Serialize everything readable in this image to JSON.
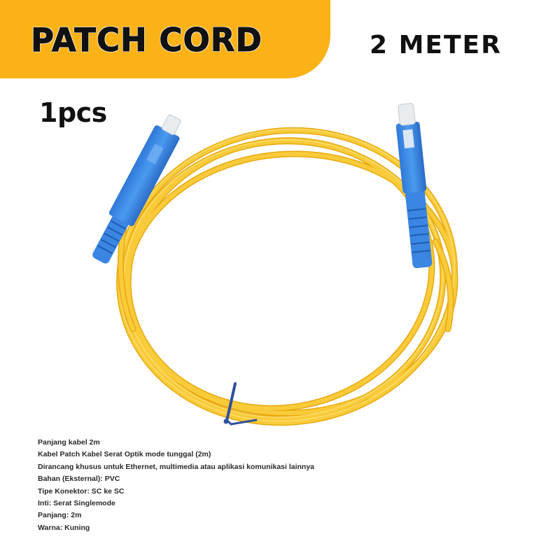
{
  "banner": {
    "title": "PATCH CORD",
    "color": "#fbb216"
  },
  "length_label": "2 METER",
  "quantity_label": "1pcs",
  "product_image": {
    "subject": "SC to SC singlemode fiber optic patch cord, coiled",
    "cable_color": "#f7c531",
    "connector_color": "#3f8ee8",
    "cable_tie_color": "#2f4f9e"
  },
  "specs": [
    "Panjang kabel 2m",
    "Kabel Patch Kabel Serat Optik mode tunggal (2m)",
    "Dirancang khusus untuk Ethernet, multimedia atau aplikasi komunikasi lainnya",
    "Bahan (Eksternal): PVC",
    "Tipe Konektor: SC ke SC",
    "Inti: Serat Singlemode",
    "Panjang: 2m",
    "Warna: Kuning"
  ]
}
